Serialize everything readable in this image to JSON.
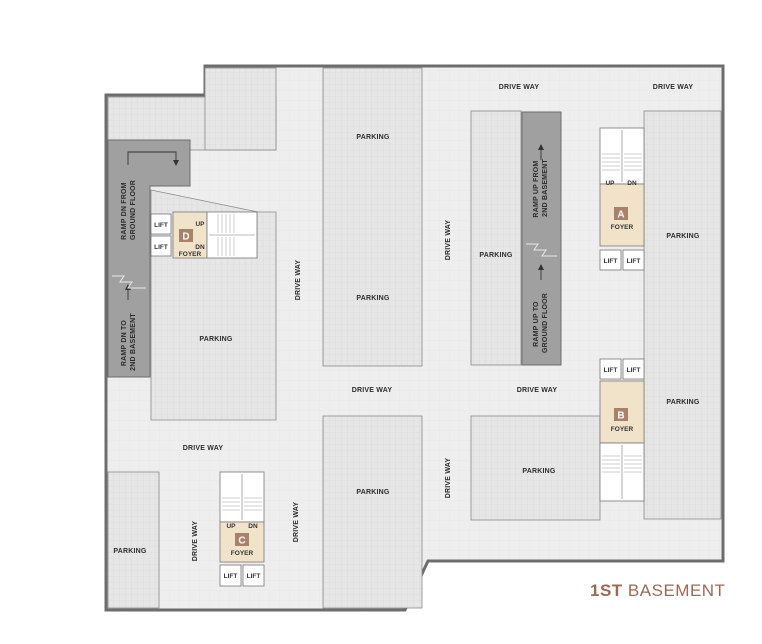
{
  "title": {
    "level": "1ST",
    "name": "BASEMENT"
  },
  "labels": {
    "drive_way": "DRIVE WAY",
    "parking": "PARKING",
    "foyer": "FOYER",
    "lift": "LIFT",
    "up": "UP",
    "dn": "DN",
    "ramp_dn_from_ground_1": "RAMP DN FROM",
    "ramp_dn_from_ground_2": "GROUND FLOOR",
    "ramp_dn_to_2nd_1": "RAMP DN TO",
    "ramp_dn_to_2nd_2": "2ND BASEMENT",
    "ramp_up_from_2nd_1": "RAMP UP FROM",
    "ramp_up_from_2nd_2": "2ND BASEMENT",
    "ramp_up_to_ground_1": "RAMP UP TO",
    "ramp_up_to_ground_2": "GROUND FLOOR"
  },
  "cores": {
    "a": "A",
    "b": "B",
    "c": "C",
    "d": "D"
  },
  "colors": {
    "outline": "#6d6d6d",
    "floor": "#ececec",
    "parking": "#e3e3e3",
    "ramp": "#9a9a9a",
    "foyer": "#f1e3c9",
    "core_badge": "#a8816b",
    "title": "#9c6a52"
  }
}
